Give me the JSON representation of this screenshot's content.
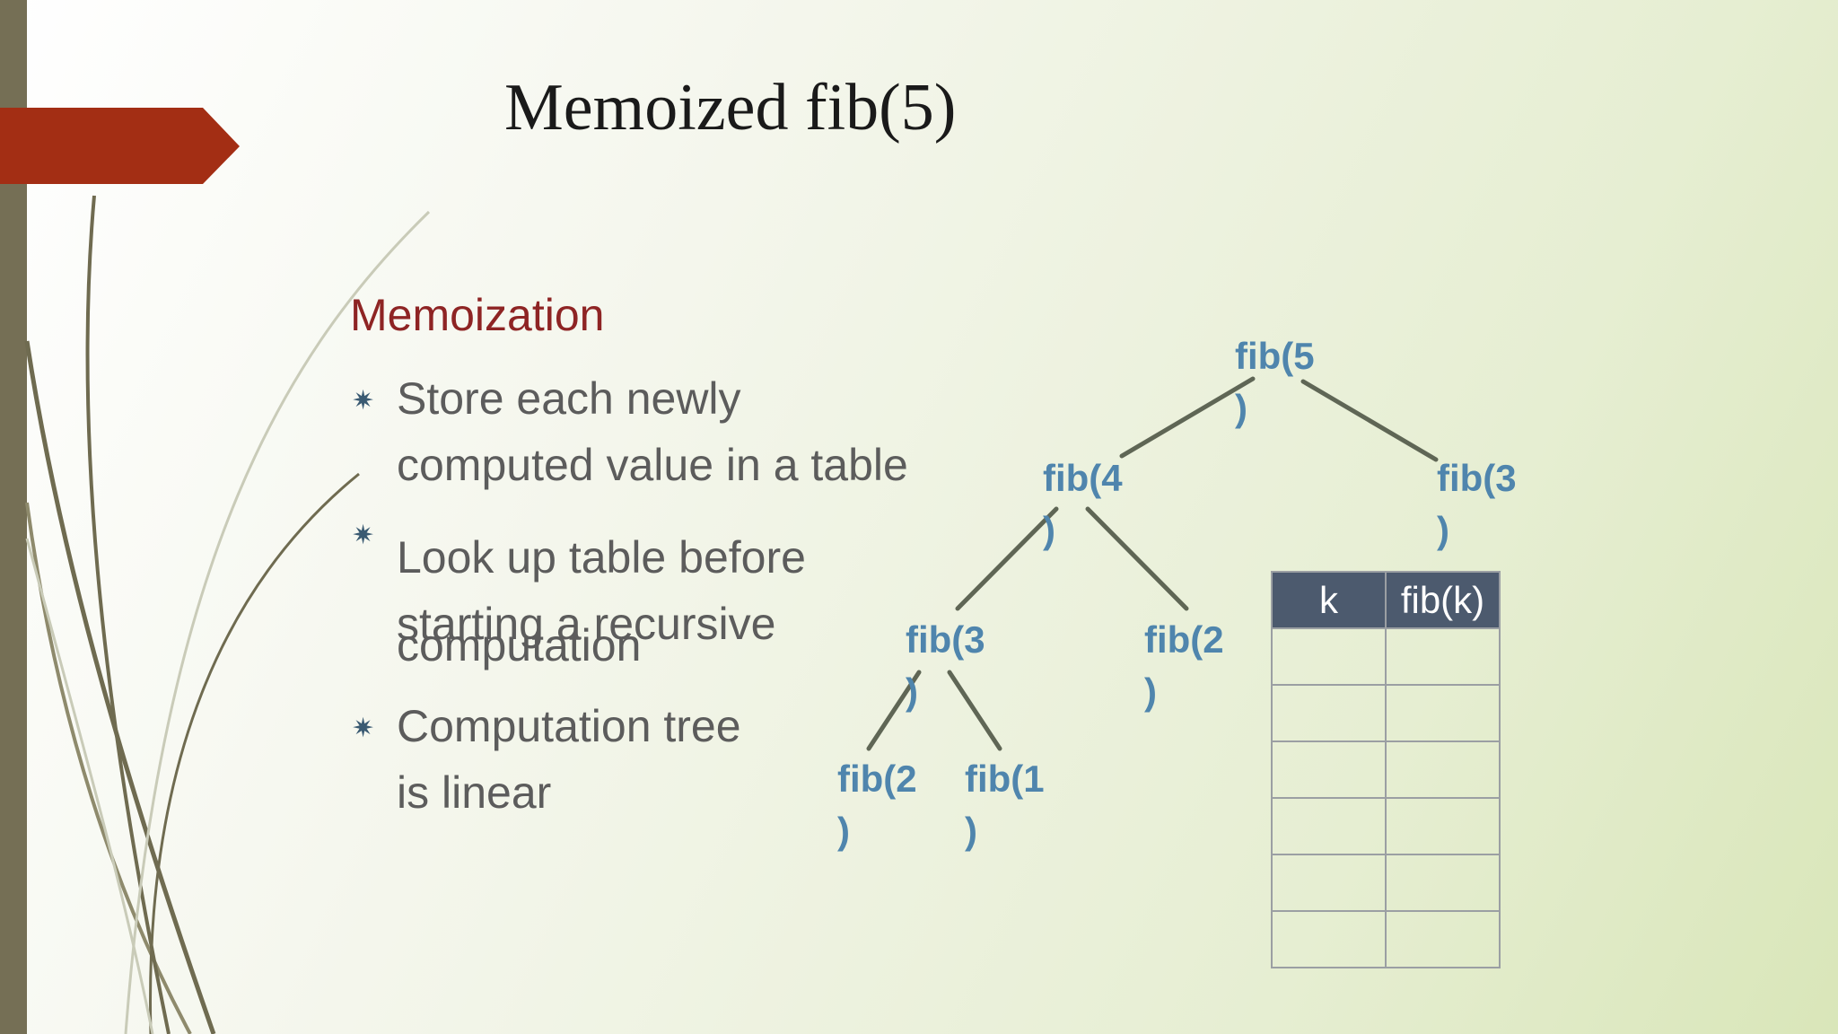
{
  "slide": {
    "title": "Memoized fib(5)",
    "heading": "Memoization",
    "bullets": [
      {
        "lines": [
          "Store each newly",
          "computed value in a table"
        ]
      },
      {
        "lines": [
          "Look up table before",
          "starting a recursive",
          "computation"
        ]
      },
      {
        "lines": [
          "Computation tree",
          "is linear"
        ]
      }
    ]
  },
  "tree": {
    "nodes": [
      {
        "id": "n0",
        "label_top": "fib(5",
        "label_bottom": ")"
      },
      {
        "id": "n1",
        "label_top": "fib(4",
        "label_bottom": ")"
      },
      {
        "id": "n2",
        "label_top": "fib(3",
        "label_bottom": ")"
      },
      {
        "id": "n3",
        "label_top": "fib(3",
        "label_bottom": ")"
      },
      {
        "id": "n4",
        "label_top": "fib(2",
        "label_bottom": ")"
      },
      {
        "id": "n5",
        "label_top": "fib(2",
        "label_bottom": ")"
      },
      {
        "id": "n6",
        "label_top": "fib(1",
        "label_bottom": ")"
      }
    ],
    "edges": [
      [
        "n0",
        "n1"
      ],
      [
        "n0",
        "n2"
      ],
      [
        "n1",
        "n3"
      ],
      [
        "n1",
        "n4"
      ],
      [
        "n3",
        "n5"
      ],
      [
        "n3",
        "n6"
      ]
    ]
  },
  "table": {
    "headers": [
      "k",
      "fib(k)"
    ],
    "rows": [
      [
        "",
        ""
      ],
      [
        "",
        ""
      ],
      [
        "",
        ""
      ],
      [
        "",
        ""
      ],
      [
        "",
        ""
      ],
      [
        "",
        ""
      ]
    ]
  },
  "colors": {
    "title_text": "#1a1a1a",
    "heading_text": "#8e2424",
    "body_text": "#5c5c5c",
    "tree_label": "#4f85ad",
    "tree_edge": "#5f6655",
    "table_header_bg": "#4c5a6e",
    "accent_arrow": "#a32e14",
    "side_bar": "#756f55"
  }
}
